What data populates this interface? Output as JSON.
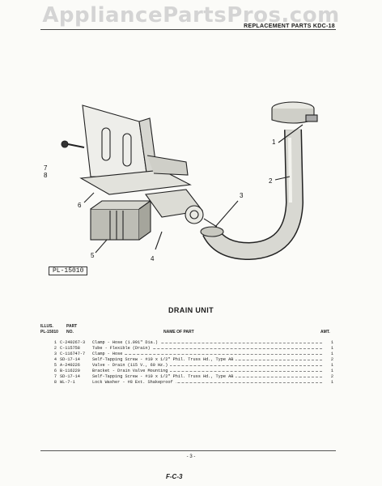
{
  "watermark": "AppliancePartsPros.com",
  "header": {
    "title": "REPLACEMENT PARTS KDC-18"
  },
  "figure": {
    "label": "PL-15010",
    "callouts": [
      "1",
      "2",
      "3",
      "4",
      "5",
      "6",
      "7",
      "8"
    ]
  },
  "section_title": "DRAIN UNIT",
  "table": {
    "col_illus": [
      "ILLUS.",
      "PL-15010"
    ],
    "col_part": [
      "PART",
      "NO."
    ],
    "col_name": "NAME OF PART",
    "col_amt": "AMT.",
    "rows": [
      {
        "illus": "1",
        "part": "C-240267-3",
        "name": "Clamp - Hose (1.091\" Dia.)",
        "amt": "1"
      },
      {
        "illus": "2",
        "part": "C-115758",
        "name": "Tube - Flexible (Drain)",
        "amt": "1"
      },
      {
        "illus": "3",
        "part": "C-116747-7",
        "name": "Clamp - Hose",
        "amt": "1"
      },
      {
        "illus": "4",
        "part": "SD-17-14",
        "name": "Self-Tapping Screw - #10 x 1/2\" Phil. Truss Hd., Type AB",
        "amt": "2"
      },
      {
        "illus": "5",
        "part": "A-240226",
        "name": "Valve - Drain (115 V., 60 Hz.)",
        "amt": "1"
      },
      {
        "illus": "6",
        "part": "B-116220",
        "name": "Bracket - Drain Valve Mounting",
        "amt": "1"
      },
      {
        "illus": "7",
        "part": "SD-17-14",
        "name": "Self-Tapping Screw - #10 x 1/2\" Phil. Truss Hd., Type AB",
        "amt": "2"
      },
      {
        "illus": "8",
        "part": "WL-7-1",
        "name": "Lock Washer - #8 Ext. Shakeproof",
        "amt": "1"
      }
    ]
  },
  "footer": {
    "page": "- 3 -",
    "code": "F-C-3"
  }
}
